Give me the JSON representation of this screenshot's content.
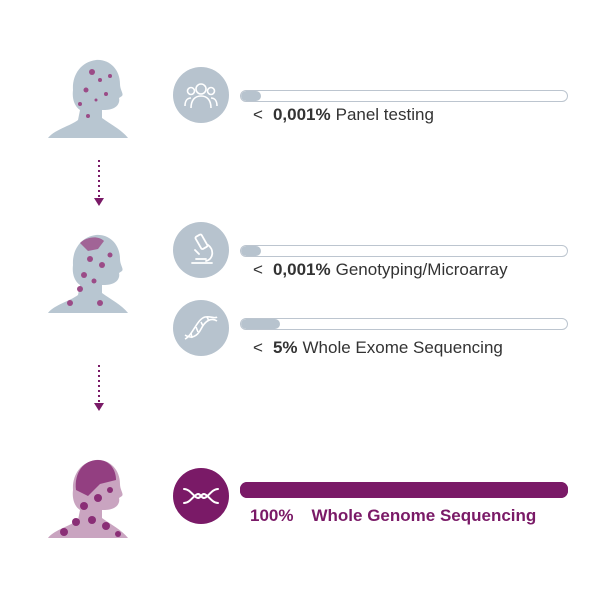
{
  "colors": {
    "accent": "#7a1a67",
    "muted": "#b7c3ce",
    "text": "#333333"
  },
  "rows": [
    {
      "icon": "people-icon",
      "prefix": "<",
      "percent": "0,001%",
      "name": "Panel testing",
      "fill": 0.06,
      "highlight": false
    },
    {
      "icon": "microscope-icon",
      "prefix": "<",
      "percent": "0,001%",
      "name": "Genotyping/Microarray",
      "fill": 0.06,
      "highlight": false
    },
    {
      "icon": "dna-icon",
      "prefix": "<",
      "percent": "5%",
      "name": "Whole Exome Sequencing",
      "fill": 0.12,
      "highlight": false
    },
    {
      "icon": "chromosome-icon",
      "prefix": "",
      "percent": "100%",
      "name": "Whole Genome Sequencing",
      "fill": 1.0,
      "highlight": true
    }
  ]
}
